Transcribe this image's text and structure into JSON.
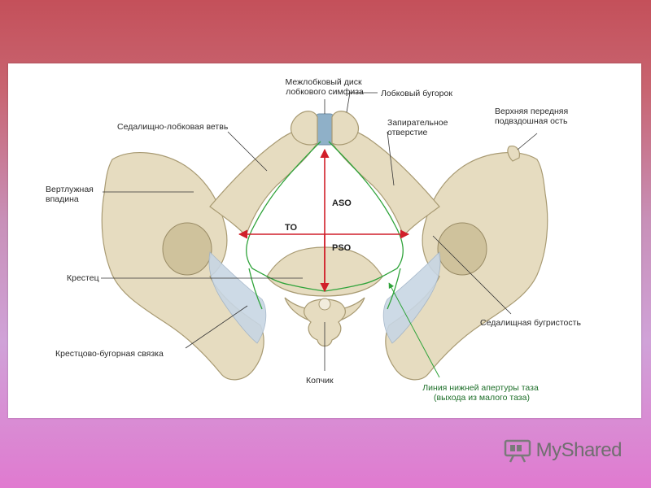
{
  "labels": {
    "symphysis_disc": [
      "Межлобковый диск",
      "лобкового симфиза"
    ],
    "pubic_tubercle": "Лобковый бугорок",
    "ischiopubic_ramus": "Седалищно-лобковая ветвь",
    "obturator_foramen": [
      "Запирательное",
      "отверстие"
    ],
    "asis": [
      "Верхняя передняя",
      "подвздошная ость"
    ],
    "acetabulum": [
      "Вертлужная",
      "впадина"
    ],
    "sacrum": "Крестец",
    "sacrotuberous_ligament": "Крестцово-бугорная связка",
    "coccyx": "Копчик",
    "ischial_tuberosity": "Седалищная бугристость",
    "outlet_line": [
      "Линия нижней апертуры таза",
      "(выхода из малого таза)"
    ]
  },
  "measures": {
    "aso": "ASO",
    "to": "TO",
    "pso": "PSO"
  },
  "watermark": {
    "text": "MyShared",
    "icon": "projector-icon"
  },
  "colors": {
    "arrow": "#d11f2a",
    "outlet_line": "#2fa33a",
    "ligament": "#c8d6e4",
    "bone": "#e6dcc0",
    "disc": "#8fb0c8"
  }
}
